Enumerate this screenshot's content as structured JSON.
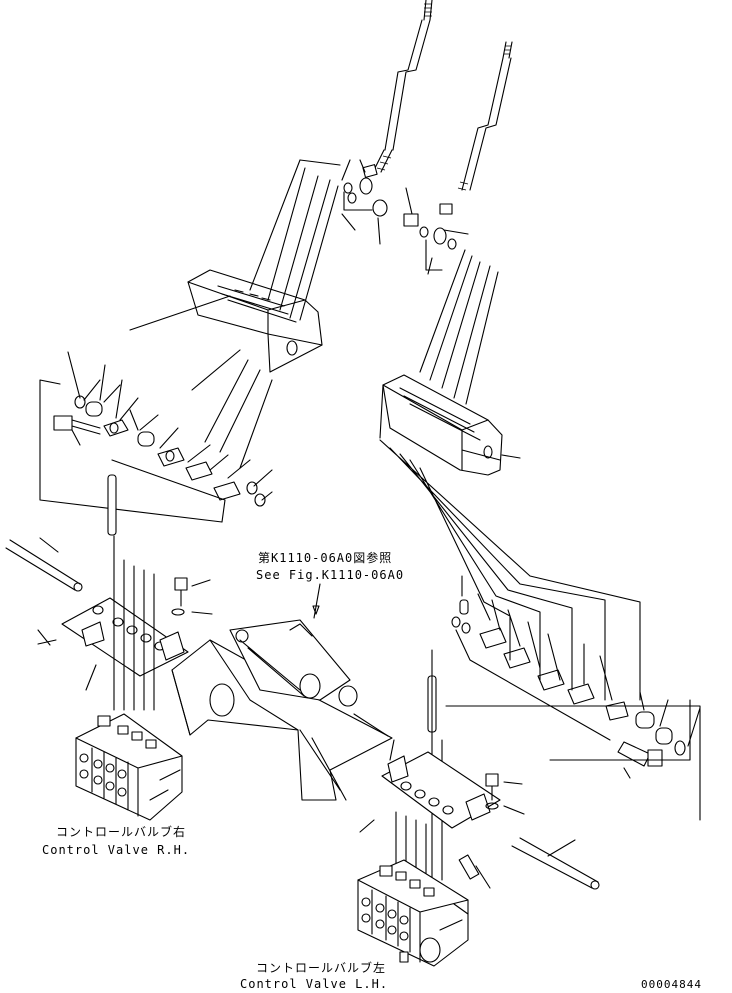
{
  "labels": {
    "see_fig_jp": "第K1110-06A0図参照",
    "see_fig_en": "See Fig.K1110-06A0",
    "cv_rh_jp": "コントロールバルブ右",
    "cv_rh_en": "Control Valve R.H.",
    "cv_lh_jp": "コントロールバルブ左",
    "cv_lh_en": "Control Valve L.H.",
    "drawing_number": "00004844"
  }
}
